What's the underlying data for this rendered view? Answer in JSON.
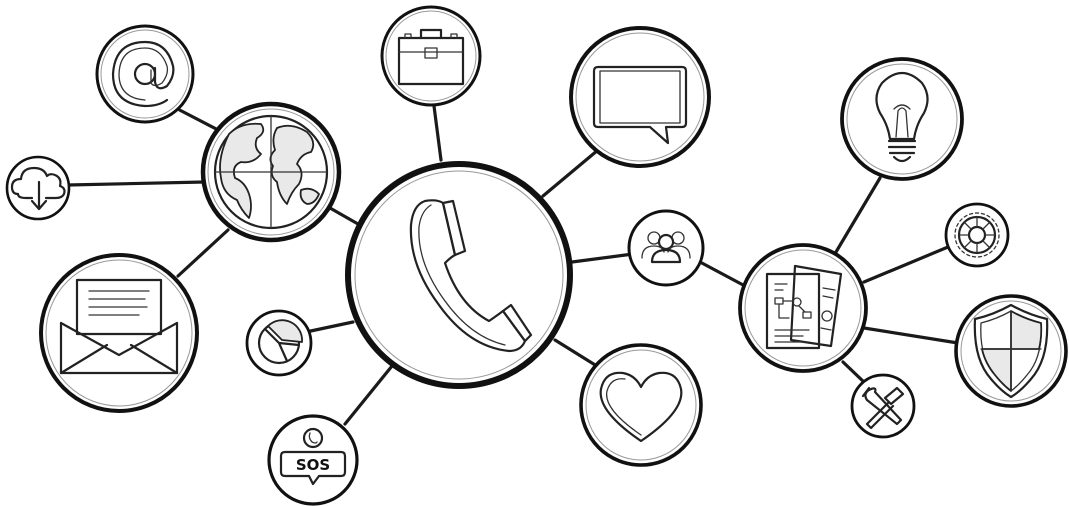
{
  "diagram": {
    "hub": {
      "name": "phone",
      "icon": "phone-handset-icon"
    },
    "nodes": [
      {
        "id": "email-at",
        "icon": "at-sign-icon"
      },
      {
        "id": "globe",
        "icon": "globe-icon"
      },
      {
        "id": "cloud-download",
        "icon": "cloud-download-icon"
      },
      {
        "id": "envelope",
        "icon": "envelope-icon"
      },
      {
        "id": "pie-chart",
        "icon": "pie-chart-icon"
      },
      {
        "id": "sos",
        "icon": "sos-speech-bubble-icon",
        "label": "SOS"
      },
      {
        "id": "briefcase",
        "icon": "briefcase-icon"
      },
      {
        "id": "chat",
        "icon": "speech-bubble-icon"
      },
      {
        "id": "people",
        "icon": "people-group-icon"
      },
      {
        "id": "heart",
        "icon": "heart-icon"
      },
      {
        "id": "documents",
        "icon": "documents-icon"
      },
      {
        "id": "lightbulb",
        "icon": "lightbulb-icon"
      },
      {
        "id": "gear",
        "icon": "gear-icon"
      },
      {
        "id": "shield",
        "icon": "shield-icon"
      },
      {
        "id": "tools",
        "icon": "wrench-hammer-icon"
      }
    ],
    "colors": {
      "ink": "#111111",
      "background": "#ffffff"
    }
  }
}
